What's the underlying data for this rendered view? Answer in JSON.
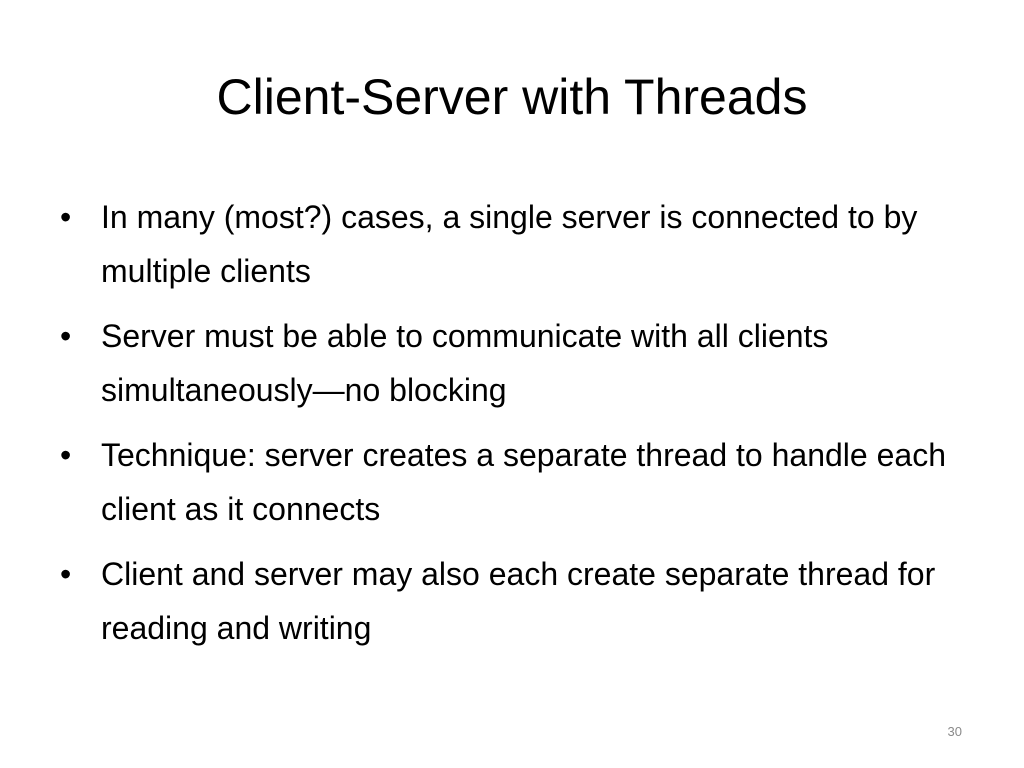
{
  "slide": {
    "title": "Client-Server with Threads",
    "bullets": [
      {
        "marker": "•",
        "text": "In many (most?) cases, a single server is connected to by multiple clients"
      },
      {
        "marker": "•",
        "text": "Server must be able to communicate with all clients simultaneously—no blocking"
      },
      {
        "marker": "•",
        "text": "Technique: server creates a separate thread to handle each client as it connects"
      },
      {
        "marker": "•",
        "text": "Client and server may also each create separate thread for reading and writing"
      }
    ],
    "page_number": "30"
  }
}
